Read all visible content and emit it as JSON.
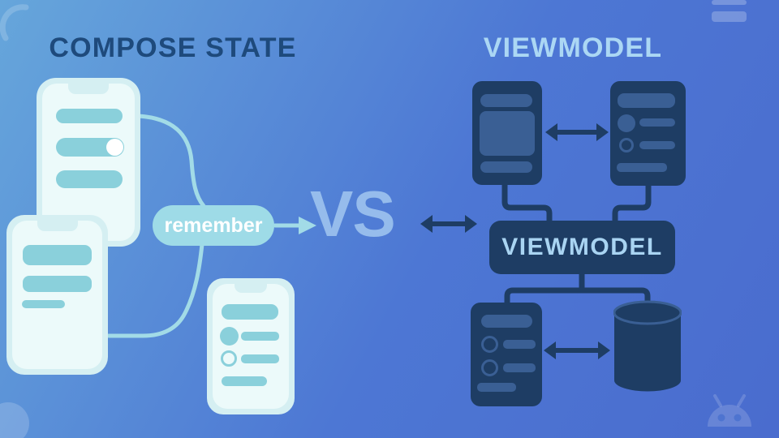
{
  "left_panel": {
    "title": "COMPOSE STATE",
    "pill_label": "remember",
    "icons": [
      "phone-mockup-icon",
      "toggle-icon",
      "list-row-icon",
      "flow-line-icon",
      "flow-arrow-icon"
    ]
  },
  "center": {
    "vs_label": "VS",
    "icons": [
      "double-arrow-icon"
    ]
  },
  "right_panel": {
    "title": "VIEWMODEL",
    "viewmodel_box_label": "VIEWMODEL",
    "icons": [
      "app-screen-icon",
      "list-screen-icon",
      "double-arrow-icon",
      "database-cylinder-icon",
      "connector-line-icon"
    ]
  },
  "decorations": {
    "icons": [
      "crescent-icon",
      "notification-bars",
      "corner-circle",
      "android-robot-icon"
    ]
  },
  "colors": {
    "bg_a": "#66a6db",
    "bg_b": "#4d77d4",
    "bg_c": "#4a6cce",
    "navy": "#1e3d64",
    "navy_inner": "#3a5f94",
    "shell": "#d5eff2",
    "screen": "#ecfafa",
    "teal": "#8ad0db",
    "pill": "#9edbe7",
    "line": "#a2dbe7",
    "title_left": "#1e4a7c",
    "title_right": "#abd7f4",
    "vs": "#9cc2ee",
    "vm_text": "#a9d4f2"
  }
}
